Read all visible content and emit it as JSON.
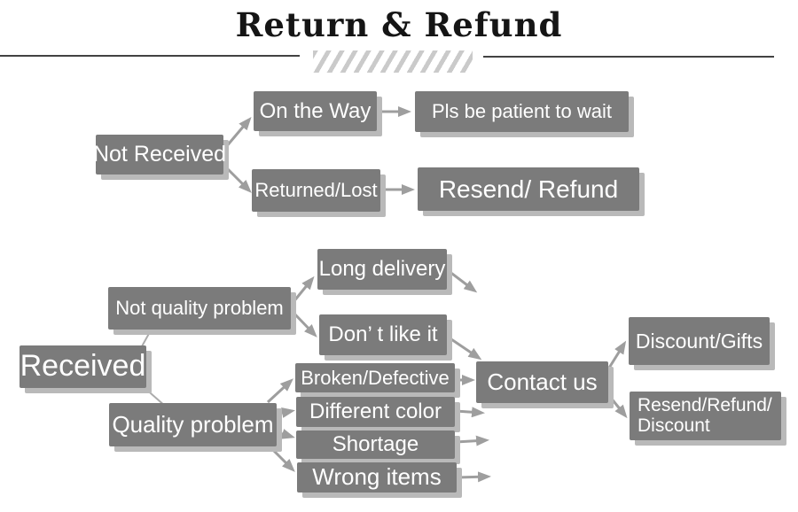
{
  "title": "Return & Refund",
  "colors": {
    "box": "#7b7b7b",
    "shadow": "#b9b9b9",
    "arrow": "#9e9e9e",
    "connector": "#ababab",
    "rule": "#424242",
    "hatch": "#cacaca",
    "title": "#151515",
    "bg": "#ffffff",
    "boxtext": "#ffffff"
  },
  "nodes": {
    "not_received": "Not Received",
    "on_the_way": "On the Way",
    "pls_wait": "Pls be patient to wait",
    "returned_lost": "Returned/Lost",
    "resend_refund": "Resend/ Refund",
    "received": "Received",
    "not_quality_problem": "Not quality problem",
    "long_delivery": "Long delivery",
    "dont_like_it": "Don’ t like it",
    "quality_problem": "Quality problem",
    "broken_defective": "Broken/Defective",
    "different_color": "Different color",
    "shortage": "Shortage",
    "wrong_items": "Wrong items",
    "contact_us": "Contact us",
    "discount_gifts": "Discount/Gifts",
    "resend_refund_discount_line1": "Resend/Refund/",
    "resend_refund_discount_line2": "Discount"
  }
}
